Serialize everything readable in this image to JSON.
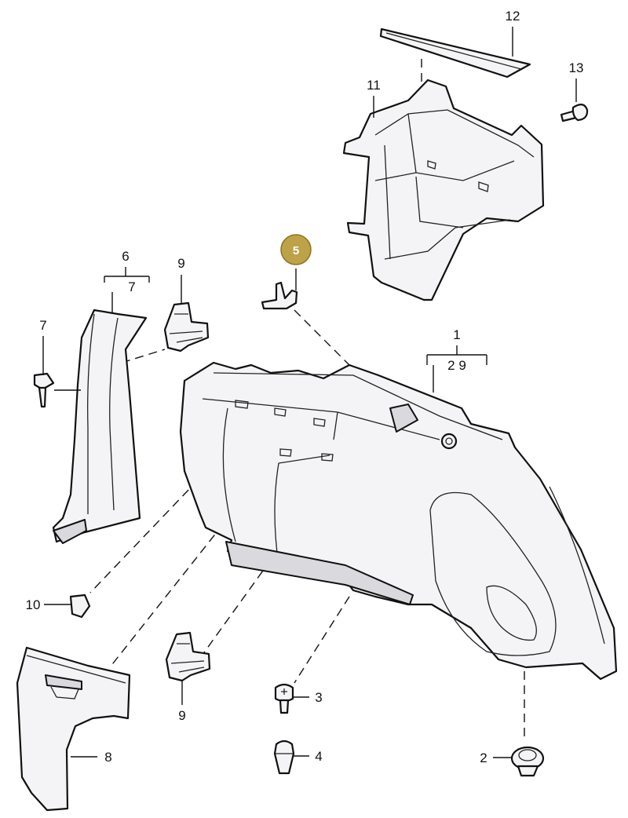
{
  "diagram": {
    "highlight_color": "#bda24a",
    "callouts": [
      {
        "id": "c12",
        "label": "12"
      },
      {
        "id": "c13",
        "label": "13"
      },
      {
        "id": "c11",
        "label": "11"
      },
      {
        "id": "c6",
        "label": "6"
      },
      {
        "id": "c6sub",
        "label": "7"
      },
      {
        "id": "c9top",
        "label": "9"
      },
      {
        "id": "c5",
        "label": "5"
      },
      {
        "id": "c7",
        "label": "7"
      },
      {
        "id": "c1",
        "label": "1"
      },
      {
        "id": "c1sub",
        "label": "2 9"
      },
      {
        "id": "c10",
        "label": "10"
      },
      {
        "id": "c3",
        "label": "3"
      },
      {
        "id": "c9bottom",
        "label": "9"
      },
      {
        "id": "c4",
        "label": "4"
      },
      {
        "id": "c8",
        "label": "8"
      },
      {
        "id": "c2",
        "label": "2"
      }
    ]
  }
}
